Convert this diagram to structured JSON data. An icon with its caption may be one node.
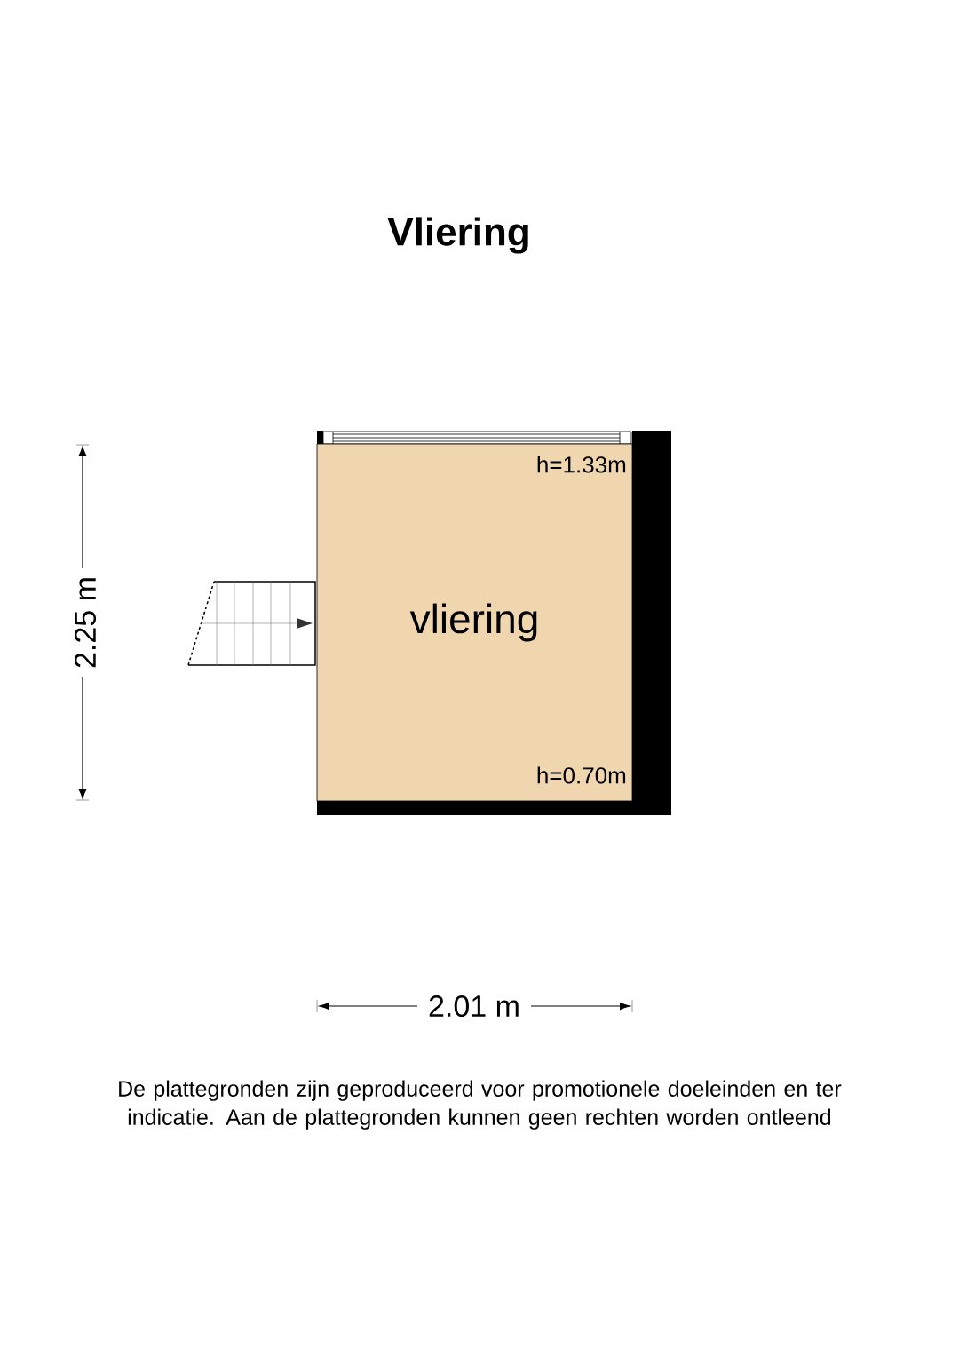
{
  "diagram": {
    "title": "Vliering",
    "caption": "De plattegronden zijn geproduceerd voor promotionele doeleinden en ter indicatie. Aan de plattegronden kunnen geen rechten worden ontleend",
    "nodes": [
      {
        "text": [
          "vliering"
        ]
      }
    ],
    "labels": [
      "h=1.33m",
      "h=0.70m",
      "2.25 m",
      "2.01 m"
    ]
  }
}
